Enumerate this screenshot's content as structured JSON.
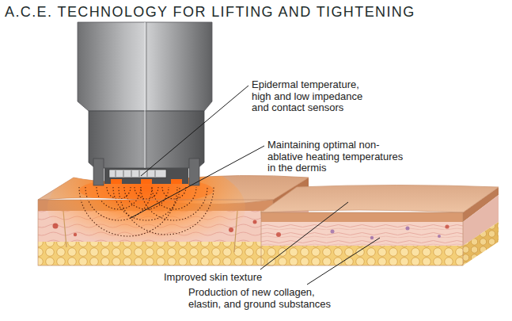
{
  "diagram": {
    "title": "A.C.E. TECHNOLOGY FOR LIFTING AND TIGHTENING",
    "labels": [
      "Epidermal temperature, high and low impedance and contact sensors",
      "Maintaining optimal non-ablative heating temperatures in the dermis",
      "Improved skin texture",
      "Production of new collagen, elastin, and ground substances"
    ]
  }
}
